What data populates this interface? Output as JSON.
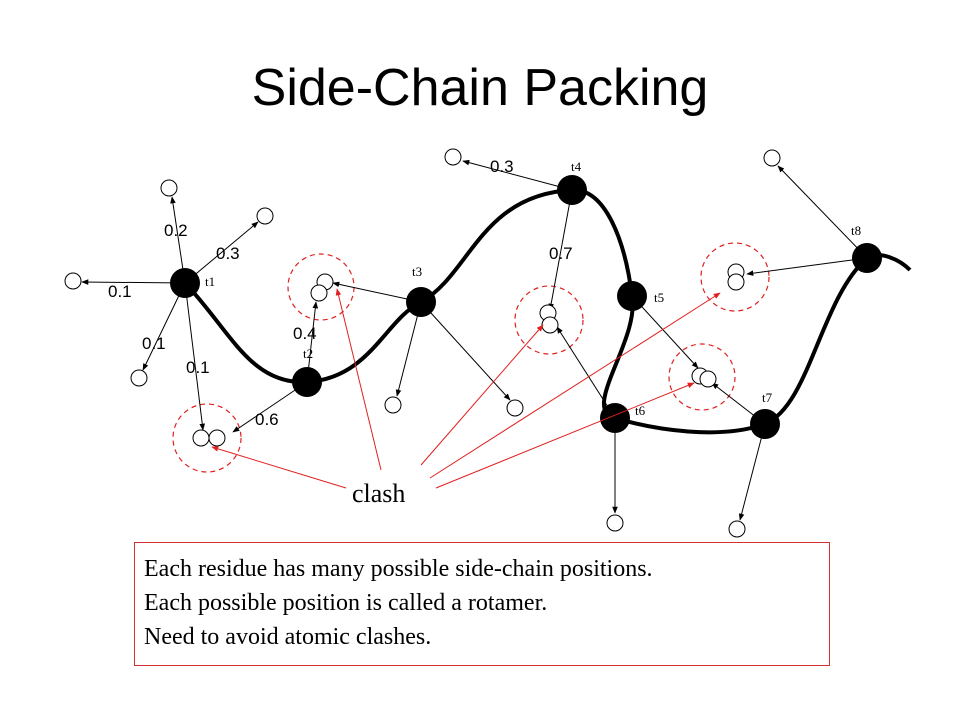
{
  "title": "Side-Chain Packing",
  "residues": [
    "t1",
    "t2",
    "t3",
    "t4",
    "t5",
    "t6",
    "t7",
    "t8"
  ],
  "probabilities": {
    "t1_a": "0.2",
    "t1_b": "0.3",
    "t1_c": "0.1",
    "t1_d": "0.1",
    "t1_e": "0.1",
    "t2_a": "0.4",
    "t2_b": "0.6",
    "t4_a": "0.3",
    "t4_b": "0.7"
  },
  "clash_label": "clash",
  "notes": [
    "Each residue has many possible side-chain positions.",
    "Each possible position is called a rotamer.",
    "Need to avoid atomic clashes."
  ],
  "colors": {
    "backbone": "#000000",
    "clash": "#e02020",
    "text": "#000000"
  }
}
